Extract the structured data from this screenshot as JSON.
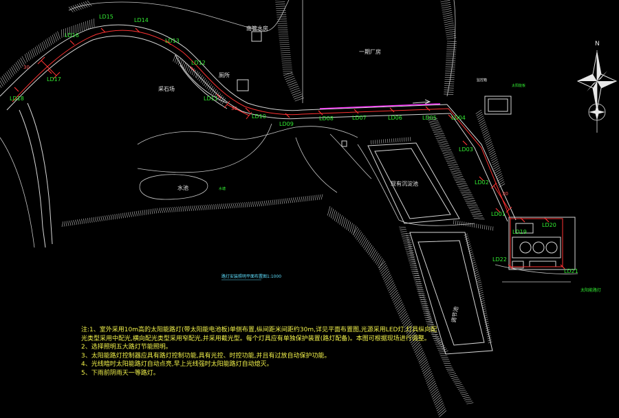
{
  "colors": {
    "background": "#000000",
    "linework": "#d8d8d8",
    "dim_line": "#ff3333",
    "lamp_label": "#33ee33",
    "note_text": "#f2f24a",
    "title_text": "#5fe0ff",
    "magenta_line": "#ff33ff",
    "legend_text": "#33ee33"
  },
  "lamp_labels": [
    {
      "id": "LD15",
      "text": "LD15"
    },
    {
      "id": "LD14",
      "text": "LD14"
    },
    {
      "id": "LD16",
      "text": "LD16"
    },
    {
      "id": "LD13",
      "text": "LD13"
    },
    {
      "id": "LD12",
      "text": "LD12"
    },
    {
      "id": "LD17",
      "text": "LD17"
    },
    {
      "id": "LD18",
      "text": "LD18"
    },
    {
      "id": "LD11",
      "text": "LD11"
    },
    {
      "id": "LD10",
      "text": "LD10"
    },
    {
      "id": "LD09",
      "text": "LD09"
    },
    {
      "id": "LD08",
      "text": "LD08"
    },
    {
      "id": "LD07",
      "text": "LD07"
    },
    {
      "id": "LD06",
      "text": "LD06"
    },
    {
      "id": "LD05",
      "text": "LD05"
    },
    {
      "id": "LD04",
      "text": "LD04"
    },
    {
      "id": "LD03",
      "text": "LD03"
    },
    {
      "id": "LD02",
      "text": "LD02"
    },
    {
      "id": "LD01",
      "text": "LD01"
    },
    {
      "id": "LD19",
      "text": "LD19"
    },
    {
      "id": "LD20",
      "text": "LD20"
    },
    {
      "id": "LD21",
      "text": "LD21"
    },
    {
      "id": "LD22",
      "text": "LD22"
    }
  ],
  "dimension_labels": [
    "30",
    "30",
    "30"
  ],
  "map_labels": {
    "pump_house": "南管水房",
    "phase1_plant": "一期厂房",
    "cistern": "厕所",
    "quarry": "采石场",
    "treatment_pool": "现有沉淀池",
    "regulating_pool": "调节池",
    "pond_left": "水池",
    "pond_tag": "水塘",
    "legend_box_title": "监控箱",
    "legend_box_sub": "太阳能板",
    "legend_right": "太阳能路灯"
  },
  "drawing_title": "路灯安装照明平面布置图",
  "drawing_scale": "1:1000",
  "compass_label": "N",
  "notes": [
    "注:1、室外采用10m高的太阳能路灯(带太阳能电池板)单侧布置,纵间距米间距约30m,详见平面布置图,光源采用LED灯,灯具纵向配光类型采用中配光,横向配光类型采用窄配光,并采用截光型。每个灯具应有单独保护装置(路灯配备)。本图可根据现场进行调整。",
    "2、选择照明五大路灯节能照明。",
    "3、太阳能路灯控制器应具有路灯控制功能,具有光控、时控功能,并且有过放自动保护功能。",
    "4、光线暗时太阳能路灯自动点亮,早上光线强时太阳能路灯自动熄灭。",
    "5、下雨前阴雨天一等路灯。"
  ]
}
